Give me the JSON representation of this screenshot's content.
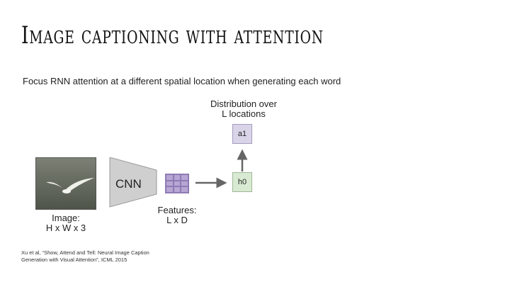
{
  "slide": {
    "title": "Image captioning with attention",
    "subtitle": "Focus RNN attention at a different spatial location when generating each word"
  },
  "diagram": {
    "image_label_line1": "Image:",
    "image_label_line2": "H x W x 3",
    "cnn_label": "CNN",
    "features_label_line1": "Features:",
    "features_label_line2": "L x D",
    "distribution_label_line1": "Distribution over",
    "distribution_label_line2": "L locations",
    "a1_label": "a1",
    "h0_label": "h0"
  },
  "citation": {
    "text": "Xu et al, “Show, Attend and Tell: Neural Image Caption Generation with Visual Attention”, ICML 2015"
  },
  "colors": {
    "a1_fill": "#d9d4e8",
    "h0_fill": "#d9ead3",
    "features_grid": "#b7a6d3",
    "cnn_fill": "#cfcfcf"
  }
}
